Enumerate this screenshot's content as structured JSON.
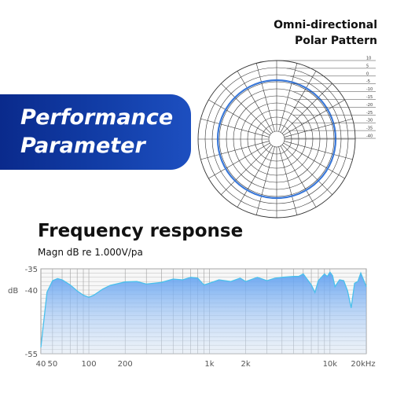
{
  "polar": {
    "title_line1": "Omni-directional",
    "title_line2": "Polar Pattern",
    "scale_labels": [
      "10",
      "5",
      "0",
      "-5",
      "-10",
      "-15",
      "-20",
      "-25",
      "-30",
      "-35",
      "-40"
    ]
  },
  "banner": {
    "line1": "Performance",
    "line2": "Parameter"
  },
  "frequency": {
    "title": "Frequency response",
    "subtitle": "Magn dB re 1.000V/pa"
  },
  "colors": {
    "accent": "#3a78d8",
    "banner": "#123ea8",
    "fill": "#5f9ff0"
  },
  "chart_data": {
    "type": "area",
    "title": "Frequency response",
    "subtitle": "Magn dB re 1.000V/pa",
    "ylabel": "dB",
    "xscale": "log",
    "xlim": [
      40,
      20000
    ],
    "ylim": [
      -55,
      -35
    ],
    "grid": true,
    "yticks": [
      -35,
      -40,
      -55
    ],
    "ytick_labels": [
      "-35",
      "-40",
      "-55"
    ],
    "xticks": [
      40,
      50,
      100,
      200,
      1000,
      2000,
      10000,
      20000
    ],
    "xtick_labels": [
      "40",
      "50",
      "100",
      "200",
      "1k",
      "2k",
      "10k",
      "20kHz"
    ],
    "x": [
      40,
      45,
      50,
      55,
      60,
      70,
      80,
      90,
      100,
      110,
      130,
      150,
      200,
      250,
      300,
      400,
      500,
      600,
      700,
      800,
      900,
      1000,
      1200,
      1500,
      1800,
      2000,
      2500,
      3000,
      3500,
      4000,
      5000,
      5500,
      6000,
      7000,
      7500,
      8000,
      9000,
      9500,
      10000,
      10500,
      11000,
      12000,
      13000,
      14000,
      15000,
      16000,
      17000,
      18000,
      20000
    ],
    "y": [
      -53.5,
      -40.5,
      -37.8,
      -37.3,
      -37.6,
      -38.8,
      -40.2,
      -41.2,
      -41.7,
      -41.2,
      -39.8,
      -38.9,
      -38.1,
      -38.0,
      -38.6,
      -38.2,
      -37.4,
      -37.6,
      -37.0,
      -37.2,
      -38.8,
      -38.4,
      -37.6,
      -38.0,
      -37.2,
      -38.0,
      -37.0,
      -37.8,
      -37.2,
      -37.0,
      -36.8,
      -36.8,
      -36.2,
      -38.8,
      -40.6,
      -37.8,
      -36.2,
      -36.8,
      -35.8,
      -36.6,
      -39.2,
      -37.6,
      -37.8,
      -40.2,
      -44.2,
      -38.4,
      -38.0,
      -36.0,
      -39.2
    ]
  }
}
